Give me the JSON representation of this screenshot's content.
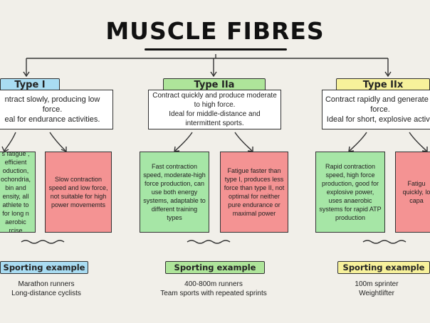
{
  "title": "MUSCLE FIBRES",
  "colors": {
    "blue": "#a9dcf2",
    "green": "#aee59a",
    "yellow": "#f7f19b",
    "card_green": "#a6e6a6",
    "card_red": "#f49393"
  },
  "columns": [
    {
      "label": "Type I",
      "description": [
        "ntract slowly, producing low",
        "force.",
        "eal for endurance activities."
      ],
      "advantages": "s fatigue , efficient oduction, ochondria, bin and ensity, all athlete to for long n aerobic rcise",
      "disadvantages": "Slow contraction speed and low force, not suitable for high power movememts",
      "sport_label": "Sporting example",
      "examples": [
        "Marathon runners",
        "Long-distance cyclists"
      ]
    },
    {
      "label": "Type IIa",
      "description": [
        "Contract quickly and produce moderate",
        "to high force.",
        "Ideal for middle-distance and",
        "intermittent sports."
      ],
      "advantages": "Fast contraction speed, moderate-high force production, can use both energy systems, adaptable to different training types",
      "disadvantages": "Fatigue faster than type I, produces less force than type II, not optimal for neither pure endurance or maximal power",
      "sport_label": "Sporting example",
      "examples": [
        "400-800m runners",
        "Team sports with repeated sprints"
      ]
    },
    {
      "label": "Type IIx",
      "description": [
        "Contract rapidly and generate h",
        "force.",
        "Ideal for short, explosive activit"
      ],
      "advantages": "Rapid contraction speed, high force production, good for explosive power, uses anaerobic systems for rapid ATP production",
      "disadvantages": "Fatigu quickly, lo capa",
      "sport_label": "Sporting example",
      "examples": [
        "100m sprinter",
        "Weightlifter"
      ]
    }
  ]
}
